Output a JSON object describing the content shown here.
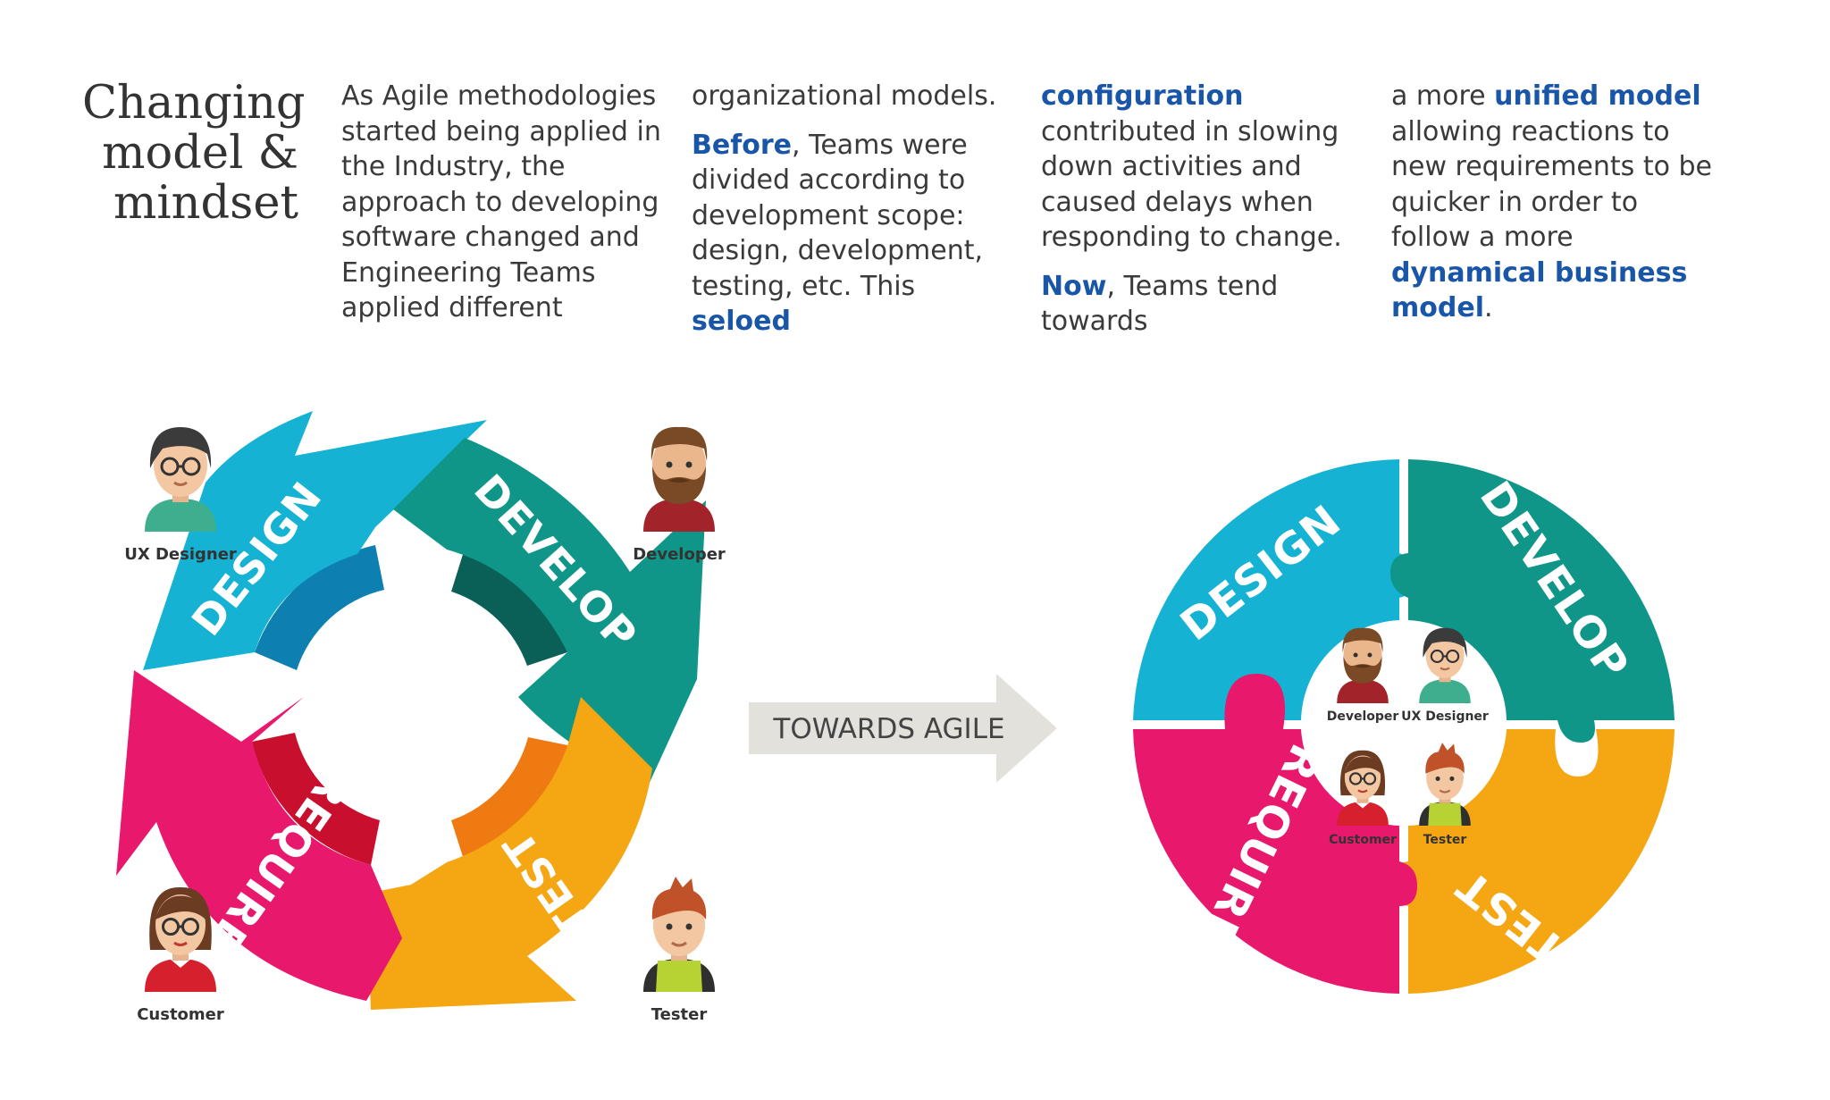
{
  "title": [
    "Changing",
    "model &",
    "mindset"
  ],
  "col1": "As Agile methodologies started being applied in the Industry, the approach to developing software changed and Engineering Teams applied different",
  "col2": {
    "line1": "organizational models.",
    "before": "Before",
    "before_rest": ", Teams were divided according to development scope: design, development, testing, etc. This ",
    "seloed": "seloed"
  },
  "col3": {
    "configuration": "configuration",
    "config_rest": " contributed in slowing down activities and caused delays when responding to change.",
    "now": "Now",
    "now_rest": ", Teams tend towards"
  },
  "col4": {
    "pre1": "a more ",
    "unified": "unified model",
    "mid": " allowing reactions to new requirements to be quicker in order to follow a more ",
    "dynamical": "dynamical business model",
    "end": "."
  },
  "cycle_labels": {
    "design": "DESIGN",
    "develop": "DEVELOP",
    "test": "TEST",
    "require": "REQUIRE"
  },
  "arrow_label": "TOWARDS AGILE",
  "people": {
    "ux": "UX Designer",
    "developer": "Developer",
    "customer": "Customer",
    "tester": "Tester"
  },
  "colors": {
    "design": "#15b2d3",
    "develop": "#0f9688",
    "test": "#f5a613",
    "require": "#e8186d",
    "highlight": "#1a56a8",
    "arrow": "#e3e1dc"
  },
  "icons": [
    "ux-designer-avatar",
    "developer-avatar",
    "customer-avatar",
    "tester-avatar"
  ]
}
